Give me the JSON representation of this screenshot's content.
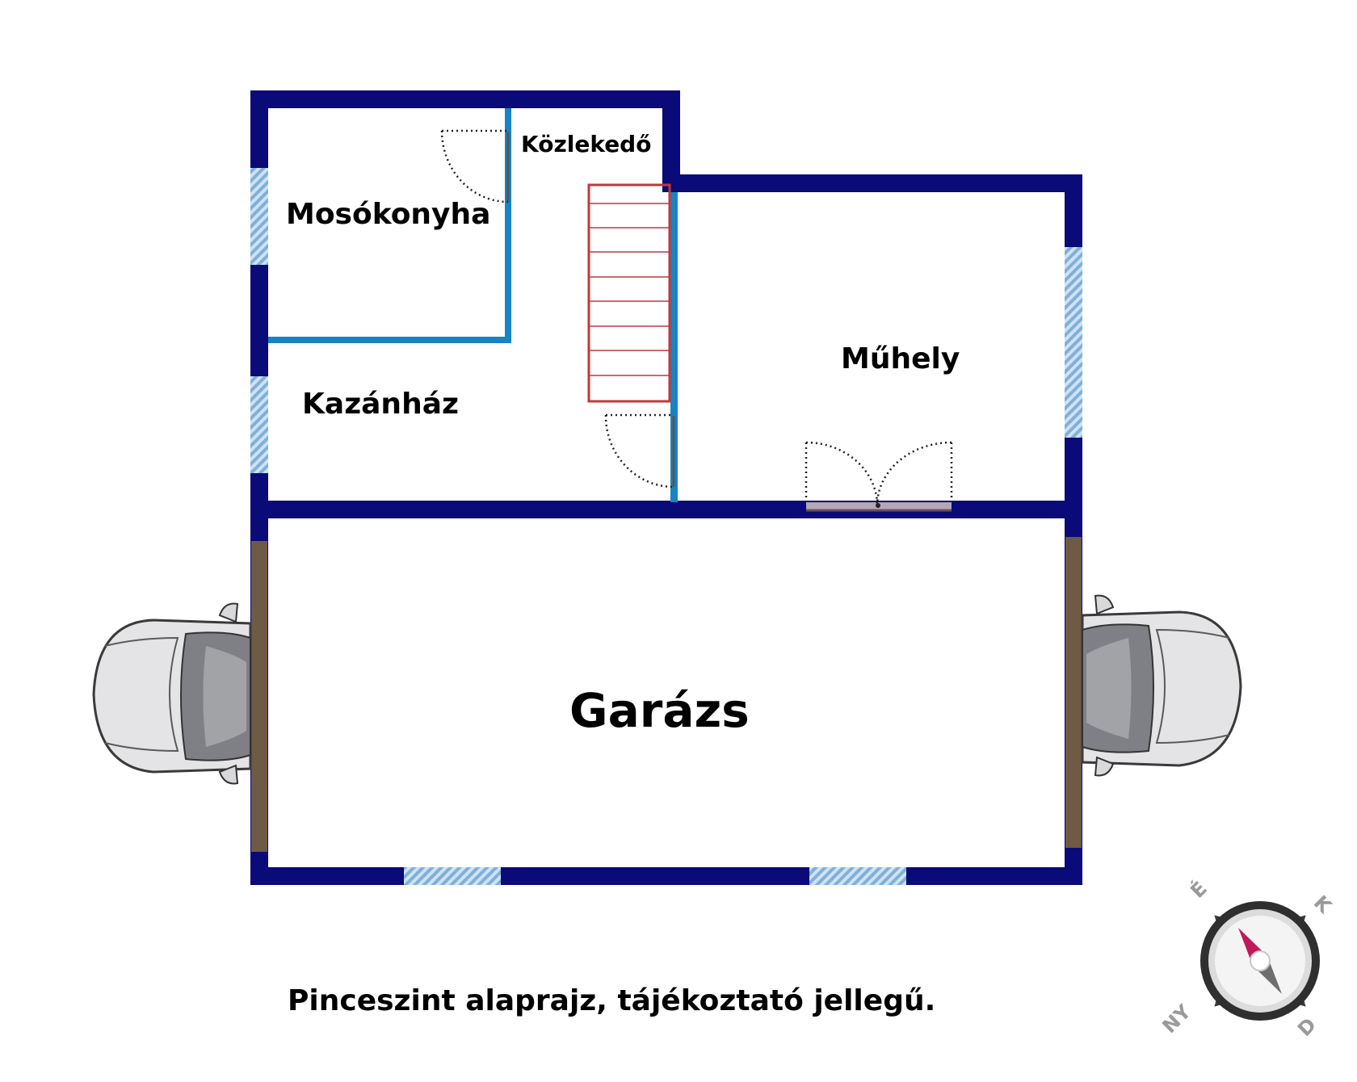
{
  "rooms": {
    "kozlekedo": "Közlekedő",
    "mosokonyha": "Mosókonyha",
    "kazanhaz": "Kazánház",
    "muhely": "Műhely",
    "garazs": "Garázs"
  },
  "caption": "Pinceszint alaprajz, tájékoztató jellegű.",
  "compass": {
    "north": "É",
    "east": "K",
    "south": "D",
    "west": "NY"
  },
  "colors": {
    "outer_wall": "#0a0a78",
    "inner_wall": "#1784c4",
    "window": "#8fb9de",
    "stairs": "#c0393b",
    "garage_door": "#6e5a45",
    "compass_needle": "#c2185b"
  }
}
